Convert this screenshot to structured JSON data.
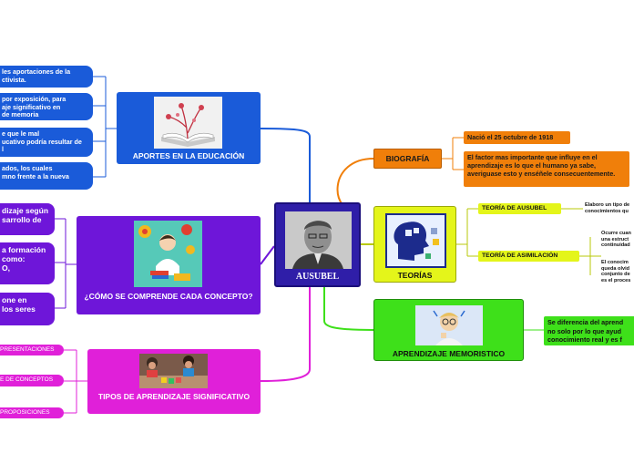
{
  "center": {
    "title": "AUSUBEL"
  },
  "branches": {
    "aportes": {
      "title": "APORTES EN LA EDUCACIÓN",
      "leaves": [
        [
          "les aportaciones de la",
          "ctivista."
        ],
        [
          "por exposición, para",
          "aje significativo en",
          "de memoria"
        ],
        [
          "e que le mal",
          "ucativo podría resultar de",
          "l"
        ],
        [
          "ados, los cuales",
          "mno frente a la nueva"
        ]
      ]
    },
    "como": {
      "title": "¿CÓMO SE COMPRENDE CADA CONCEPTO?",
      "leaves": [
        [
          "dizaje según",
          "sarrollo de"
        ],
        [
          "a formación",
          " como:",
          "O,"
        ],
        [
          "one en",
          "los seres"
        ]
      ]
    },
    "tipos": {
      "title": "TIPOS DE APRENDIZAJE SIGNIFICATIVO",
      "leaves": [
        "PRESENTACIONES",
        "E DE CONCEPTOS",
        "PROPOSICIONES"
      ]
    },
    "biografia": {
      "title": "BIOGRAFÍA",
      "leaves": [
        "Nació el 25 octubre de 1918",
        "El factor mas importante que influye en el aprendizaje es lo que el humano ya sabe, averiguase esto y enséñele consecuentemente."
      ]
    },
    "teorias": {
      "title": "TEORÍAS",
      "sub": [
        {
          "label": "TEORÍA DE AUSUBEL",
          "note": [
            "Elaboro un tipo de",
            "conocimientos qu"
          ]
        },
        {
          "label": "TEORÍA DE ASIMILACIÓN",
          "note": [
            "Ocurre cuan",
            "una estruct",
            "continuidad"
          ],
          "note2": [
            "El conocim",
            "queda olvid",
            "conjunto de",
            "es el proces"
          ]
        }
      ]
    },
    "memoristico": {
      "title": "APRENDIZAJE MEMORISTICO",
      "leaf": [
        "Se diferencia del aprend",
        "no solo por lo que ayud",
        "conocimiento real y es f"
      ]
    }
  },
  "colors": {
    "center": "#2f1ea8",
    "blue": "#1a5bd9",
    "purple": "#6e16d9",
    "magenta": "#e020d9",
    "orange": "#f07f0a",
    "yellow": "#e4f51a",
    "green": "#3ee01a"
  },
  "icons": [
    "portrait-photo",
    "book-illustration",
    "student-illustration",
    "kids-learning-photo",
    "brain-puzzle-illustration",
    "thinking-man-illustration"
  ]
}
